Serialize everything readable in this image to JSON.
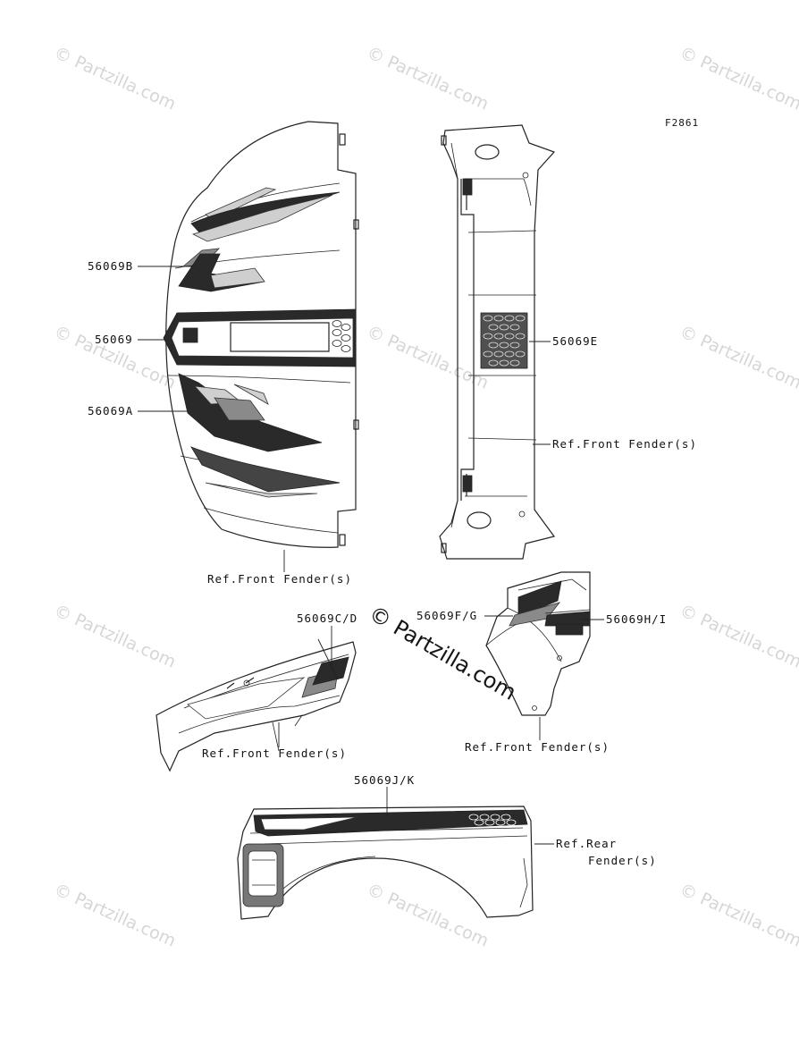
{
  "figure_code": "F2861",
  "watermark": "© Partzilla.com",
  "callouts": {
    "p_56069B": "56069B",
    "p_56069": "56069",
    "p_56069A": "56069A",
    "p_56069E": "56069E",
    "ref_front_fender_1": "Ref.Front Fender(s)",
    "ref_front_fender_2": "Ref.Front Fender(s)",
    "p_56069CD": "56069C/D",
    "ref_front_fender_3": "Ref.Front Fender(s)",
    "p_56069FG": "56069F/G",
    "p_56069HI": "56069H/I",
    "ref_front_fender_4": "Ref.Front Fender(s)",
    "p_56069JK": "56069J/K",
    "ref_rear_fender_line1": "Ref.Rear",
    "ref_rear_fender_line2": "Fender(s)"
  }
}
